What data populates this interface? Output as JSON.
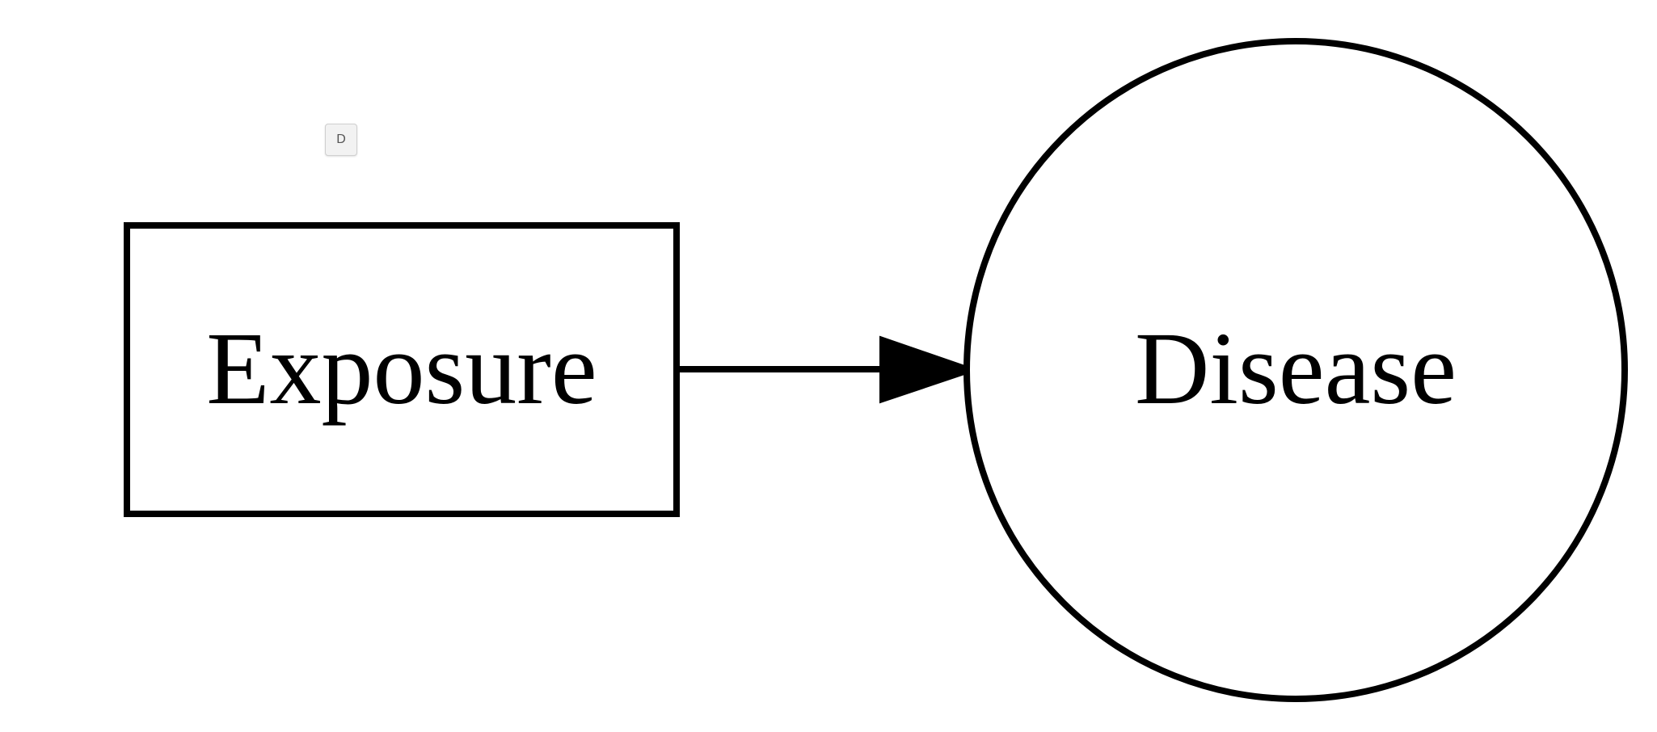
{
  "diagram": {
    "badge": {
      "label": "D"
    },
    "nodes": [
      {
        "id": "exposure",
        "label": "Exposure",
        "shape": "box"
      },
      {
        "id": "disease",
        "label": "Disease",
        "shape": "circle"
      }
    ],
    "edges": [
      {
        "from": "exposure",
        "to": "disease"
      }
    ]
  },
  "colors": {
    "stroke": "#000000",
    "background": "#ffffff"
  }
}
